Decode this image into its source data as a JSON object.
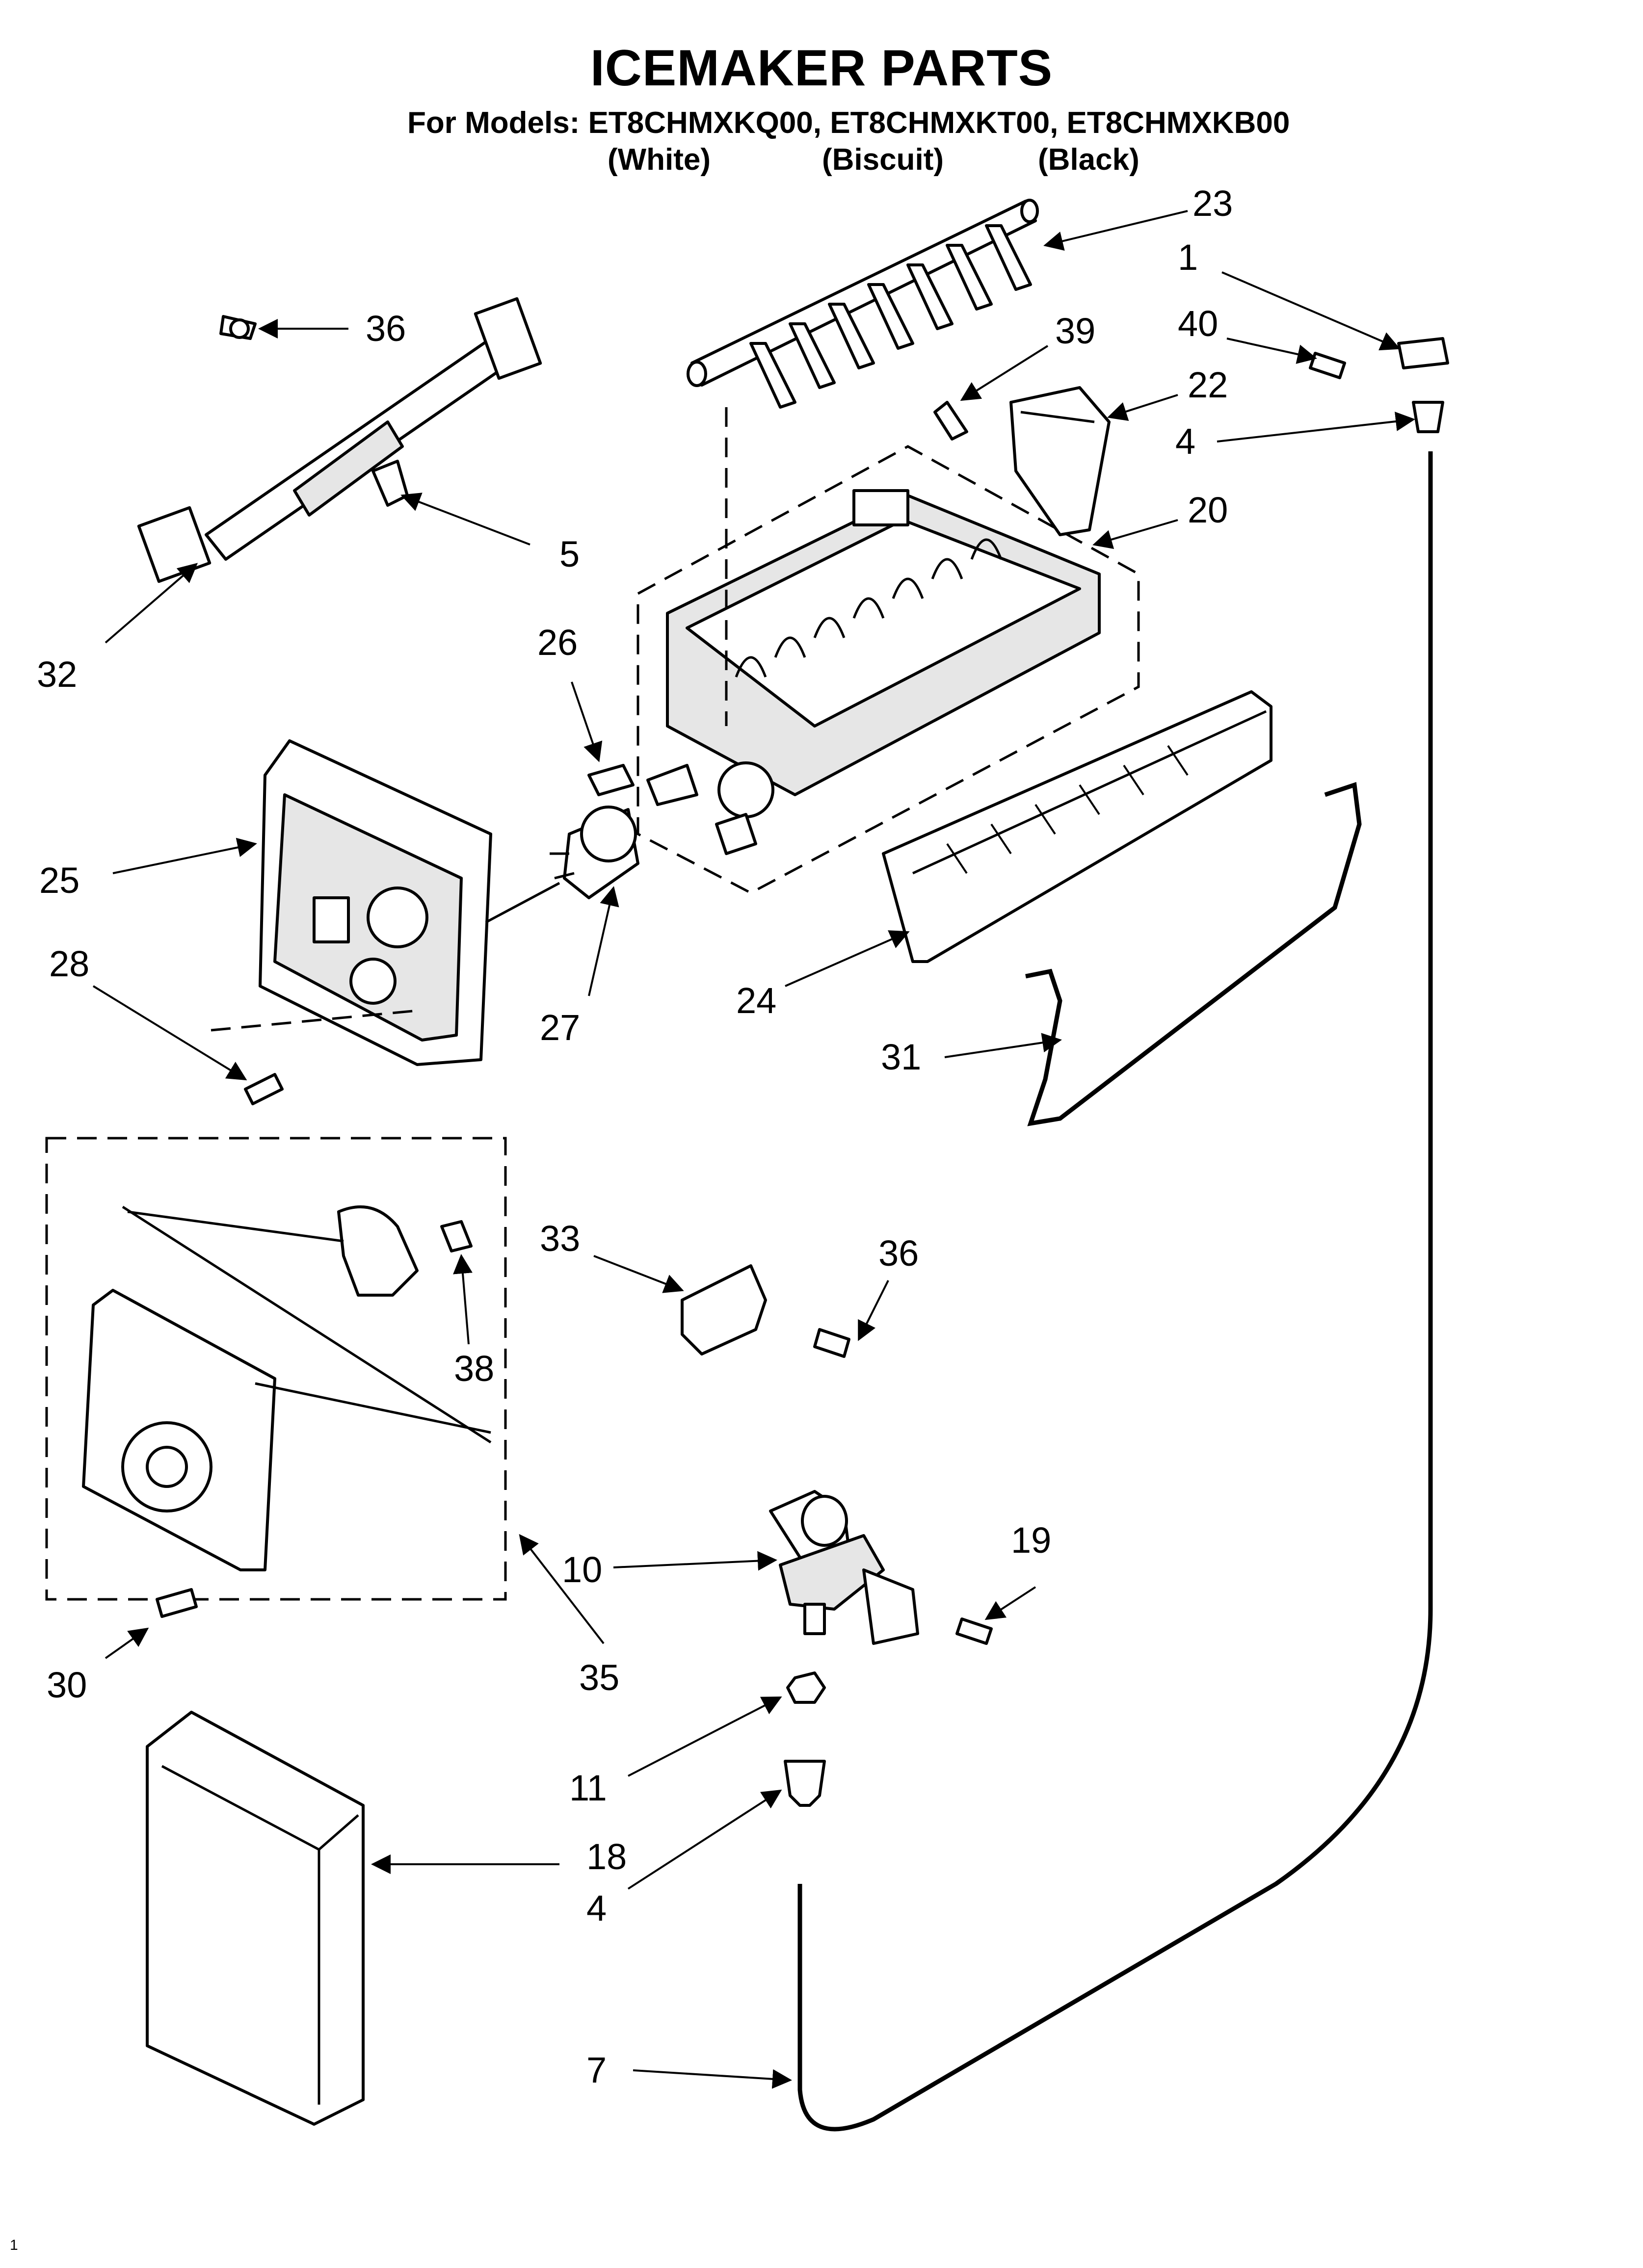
{
  "header": {
    "title": "ICEMAKER PARTS",
    "subtitle": "For Models: ET8CHMXKQ00, ET8CHMXKT00, ET8CHMXKB00",
    "variants": [
      "(White)",
      "(Biscuit)",
      "(Black)"
    ]
  },
  "part_labels": {
    "p1": "1",
    "p4a": "4",
    "p4b": "4",
    "p5": "5",
    "p7": "7",
    "p10": "10",
    "p11": "11",
    "p18": "18",
    "p19": "19",
    "p20": "20",
    "p22": "22",
    "p23": "23",
    "p24": "24",
    "p25": "25",
    "p26": "26",
    "p27": "27",
    "p28": "28",
    "p30": "30",
    "p31": "31",
    "p32": "32",
    "p33": "33",
    "p35": "35",
    "p36a": "36",
    "p36b": "36",
    "p38": "38",
    "p39": "39",
    "p40": "40"
  },
  "footer": {
    "mark": "1"
  }
}
